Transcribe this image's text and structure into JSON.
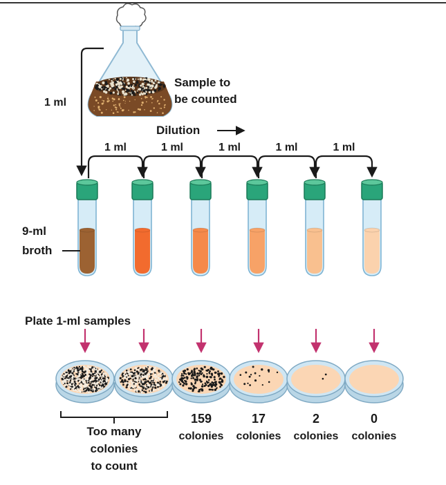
{
  "labels": {
    "sample": [
      "Sample to",
      "be counted"
    ],
    "first_transfer": "1 ml",
    "dilution": "Dilution",
    "broth": [
      "9-ml",
      "broth"
    ],
    "plate_samples": "Plate 1-ml samples",
    "too_many": [
      "Too many",
      "colonies",
      "to count"
    ]
  },
  "transfers": [
    "1 ml",
    "1 ml",
    "1 ml",
    "1 ml",
    "1 ml"
  ],
  "tubes": [
    {
      "fill": "#9c6232"
    },
    {
      "fill": "#f26b2e"
    },
    {
      "fill": "#f5894a"
    },
    {
      "fill": "#f7a267"
    },
    {
      "fill": "#f9c08f"
    },
    {
      "fill": "#fbd2ad"
    }
  ],
  "plates": [
    {
      "count": "",
      "caption": "",
      "density": "very-high"
    },
    {
      "count": "",
      "caption": "",
      "density": "high"
    },
    {
      "count": "159",
      "caption": "colonies",
      "density": "medium"
    },
    {
      "count": "17",
      "caption": "colonies",
      "density": "low"
    },
    {
      "count": "2",
      "caption": "colonies",
      "density": "very-low"
    },
    {
      "count": "0",
      "caption": "colonies",
      "density": "none"
    }
  ],
  "colors": {
    "cap": "#2aa57a",
    "cap_dark": "#1a7a57",
    "tube_glass": "#d6ecf7",
    "tube_outline": "#7fb4d3",
    "arrow": "#1a1a1a",
    "plate_arrow": "#c2326e",
    "agar": "#fbd6b4",
    "dish": "#cfe6f3",
    "colony_dark": "#1a1a1a",
    "colony_light": "#e8e0cc"
  }
}
